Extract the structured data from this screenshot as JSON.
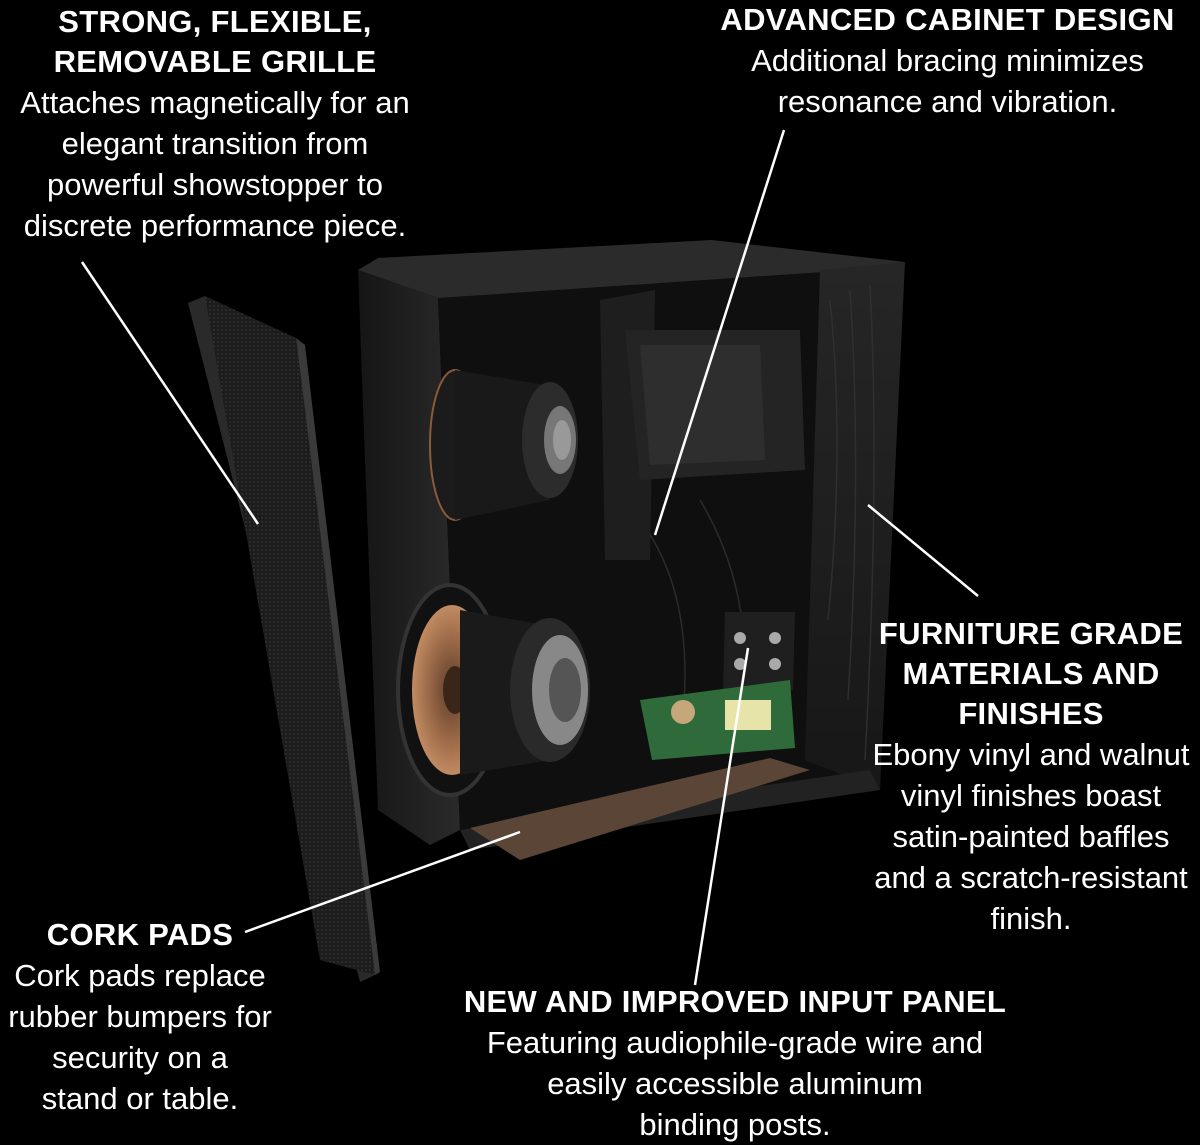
{
  "callouts": {
    "grille": {
      "title": "STRONG, FLEXIBLE,\nREMOVABLE GRILLE",
      "body": "Attaches magnetically for an\nelegant transition from\npowerful showstopper to\ndiscrete performance piece."
    },
    "cabinet": {
      "title": "ADVANCED CABINET DESIGN",
      "body": "Additional bracing minimizes\nresonance and vibration."
    },
    "furniture": {
      "title": "FURNITURE GRADE\nMATERIALS AND\nFINISHES",
      "body": "Ebony vinyl and walnut\nvinyl finishes boast\nsatin-painted baffles\nand a scratch-resistant\nfinish."
    },
    "cork": {
      "title": "CORK PADS",
      "body": "Cork pads replace\nrubber bumpers for\nsecurity on a\nstand or table."
    },
    "input": {
      "title": "NEW AND IMPROVED INPUT PANEL",
      "body": "Featuring audiophile-grade wire and\neasily accessible aluminum\nbinding posts."
    }
  },
  "colors": {
    "background": "#000000",
    "text": "#ffffff",
    "leader_line": "#ffffff",
    "cabinet_wood": "#1a1a1a",
    "woofer_cone": "#b07a55",
    "cork": "#5a4536",
    "circuit_board": "#2f6b3a"
  },
  "icons": {
    "grille": "grille-panel",
    "speaker": "speaker-cabinet-cutaway"
  }
}
